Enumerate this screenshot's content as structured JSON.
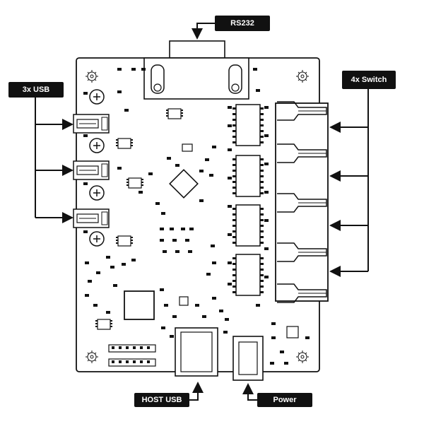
{
  "callouts": {
    "rs232": "RS232",
    "usb": "3x USB",
    "switch": "4x Switch",
    "host_usb": "HOST USB",
    "power": "Power"
  },
  "colors": {
    "board_stroke": "#111111",
    "label_bg": "#111111",
    "label_text": "#ffffff",
    "background": "#ffffff"
  }
}
